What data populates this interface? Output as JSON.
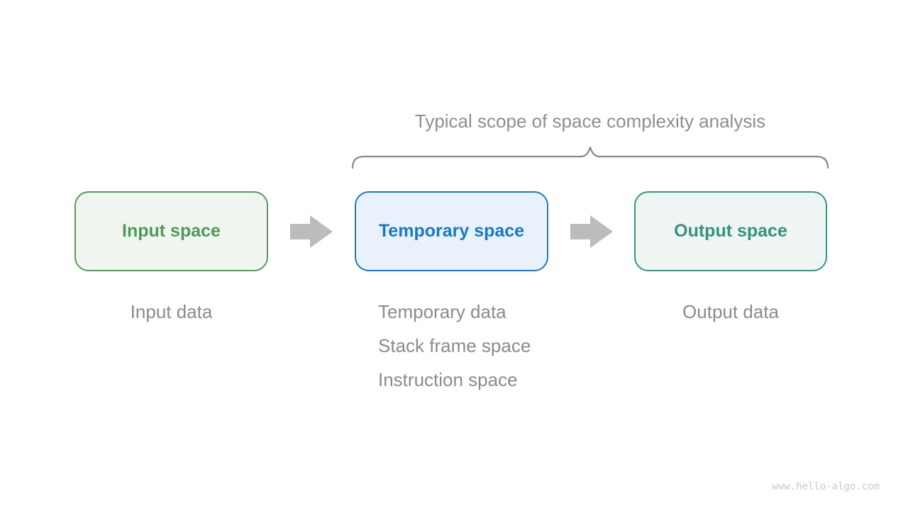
{
  "title": "Typical scope of space complexity analysis",
  "watermark": "www.hello-algo.com",
  "colors": {
    "background": "#ffffff",
    "title_text": "#8e8e8e",
    "caption_text": "#8b8b8b",
    "arrow": "#bcbcbc",
    "brace": "#8a8a8a",
    "watermark_text": "#c9c9c9"
  },
  "boxes": [
    {
      "id": "input-space",
      "label": "Input space",
      "border_color": "#569a5e",
      "fill_color": "#f0f6ef",
      "text_color": "#4d9b57"
    },
    {
      "id": "temporary-space",
      "label": "Temporary space",
      "border_color": "#1a7bc8",
      "fill_color": "#e9f2fb",
      "text_color": "#1878c8"
    },
    {
      "id": "output-space",
      "label": "Output space",
      "border_color": "#3a9488",
      "fill_color": "#eef5f2",
      "text_color": "#37917f"
    }
  ],
  "captions": {
    "input": "Input data",
    "temporary": [
      "Temporary data",
      "Stack frame space",
      "Instruction space"
    ],
    "output": "Output data"
  }
}
